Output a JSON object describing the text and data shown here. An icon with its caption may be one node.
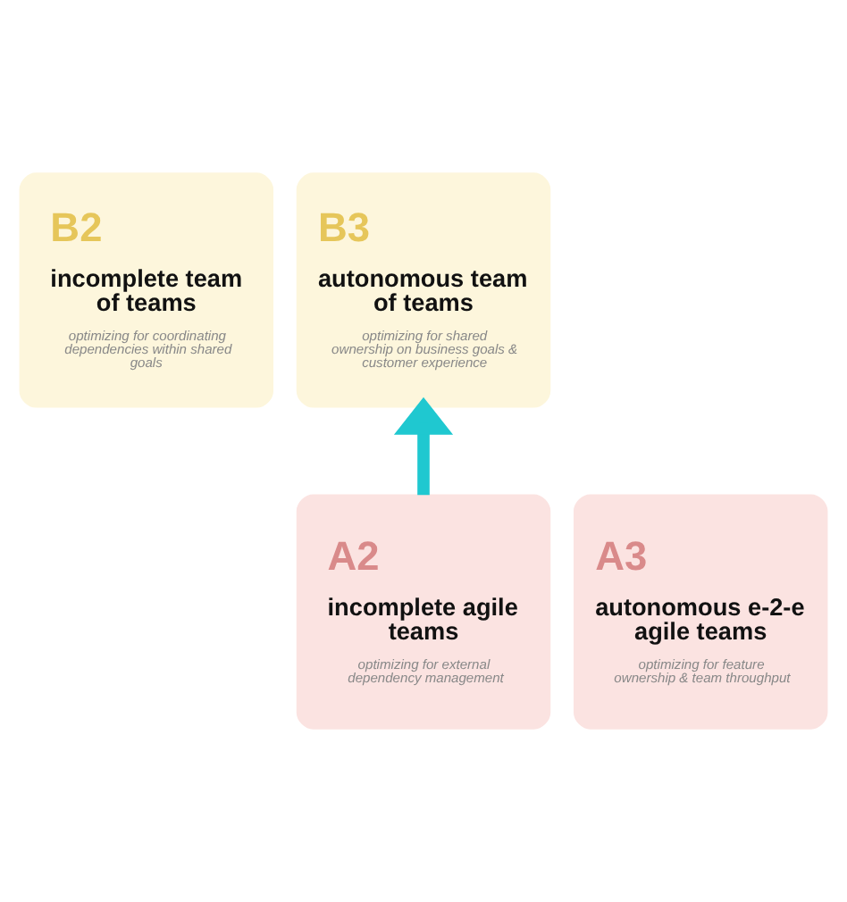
{
  "diagram": {
    "nodes": [
      {
        "text": [
          "B2",
          "incomplete team of teams",
          "optimizing for coordinating dependencies within shared goals"
        ]
      },
      {
        "text": [
          "B3",
          "autonomous team of teams",
          "optimizing for shared ownership on business goals & customer experience"
        ]
      },
      {
        "text": [
          "A2",
          "incomplete agile teams",
          "optimizing for external dependency management"
        ]
      },
      {
        "text": [
          "A3",
          "autonomous e-2-e agile teams",
          "optimizing for feature ownership & team throughput"
        ]
      }
    ],
    "edges": [
      {
        "from": 2,
        "to": 1,
        "arrow": "to",
        "color": "#1fc8d0"
      }
    ]
  }
}
